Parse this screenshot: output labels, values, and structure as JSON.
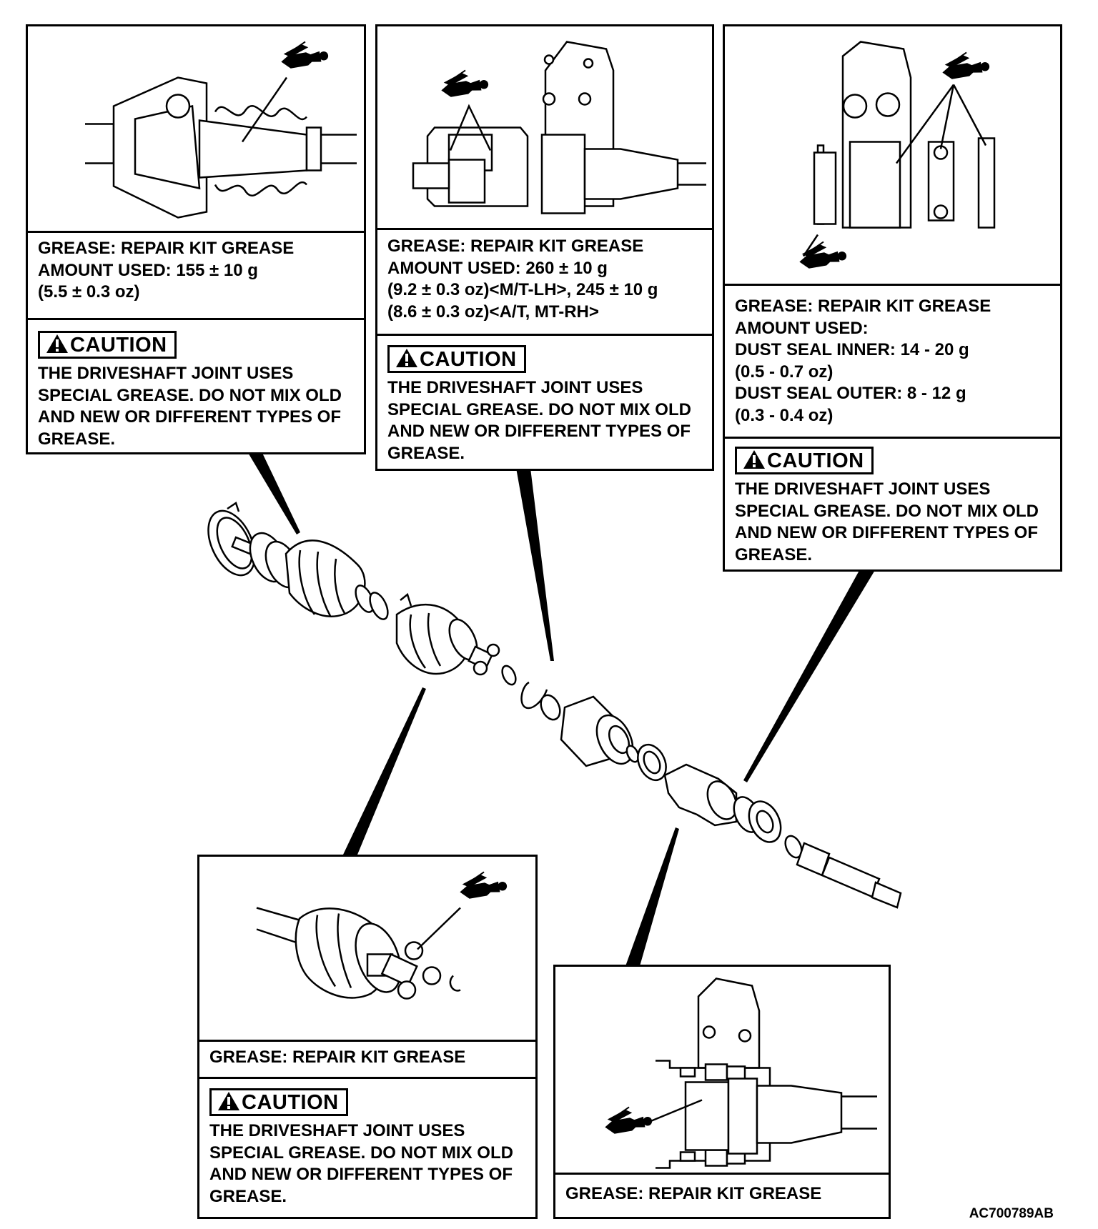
{
  "panels": {
    "outer_joint": {
      "spec_lines": [
        "GREASE: REPAIR KIT GREASE",
        "AMOUNT USED: 155 ± 10 g",
        "(5.5 ± 0.3 oz)"
      ]
    },
    "inner_joint": {
      "spec_lines": [
        "GREASE: REPAIR KIT GREASE",
        "AMOUNT USED: 260 ± 10 g",
        "(9.2 ± 0.3 oz)<M/T-LH>, 245 ± 10 g",
        "(8.6 ± 0.3 oz)<A/T, MT-RH>"
      ]
    },
    "dust_seal": {
      "spec_lines": [
        "GREASE: REPAIR KIT GREASE",
        "AMOUNT USED:",
        "DUST SEAL INNER: 14 - 20 g",
        "(0.5 - 0.7 oz)",
        "DUST SEAL OUTER: 8 - 12 g",
        "(0.3 - 0.4 oz)"
      ]
    },
    "spider": {
      "spec_lines": [
        "GREASE: REPAIR KIT GREASE"
      ]
    },
    "bearing": {
      "spec_lines": [
        "GREASE: REPAIR KIT GREASE"
      ]
    }
  },
  "caution": {
    "label": "CAUTION",
    "lines": [
      "THE DRIVESHAFT JOINT USES",
      "SPECIAL GREASE. DO NOT MIX OLD",
      "AND NEW OR DIFFERENT TYPES OF",
      "GREASE."
    ]
  },
  "figure_code": "AC700789AB",
  "icons": [
    "grease-gun-icon",
    "warning-triangle-icon"
  ]
}
